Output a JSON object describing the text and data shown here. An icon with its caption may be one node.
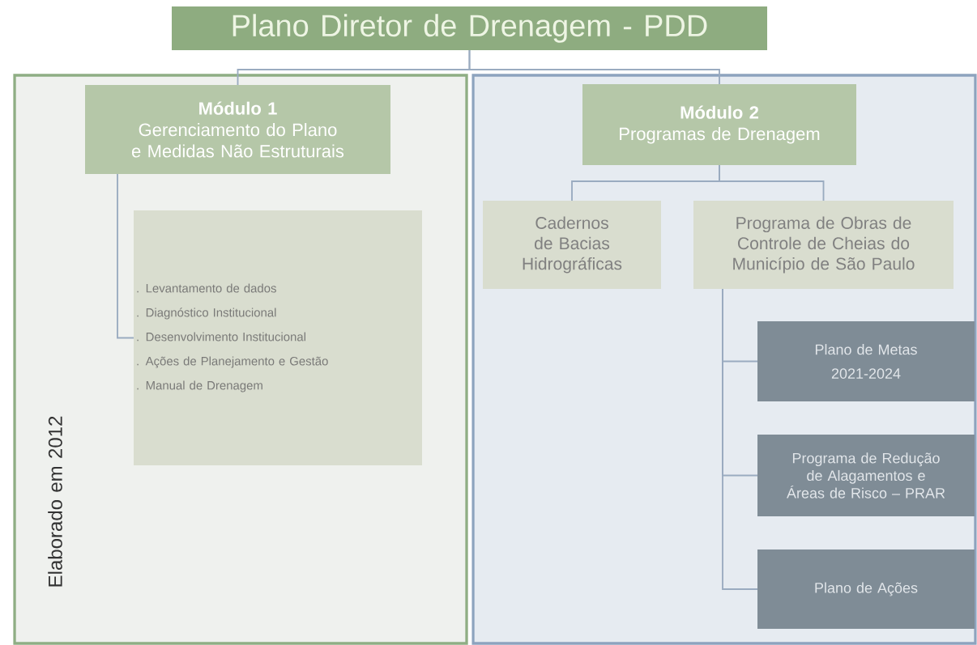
{
  "diagram": {
    "nodes": [
      {
        "text": [
          "Plano Diretor de Drenagem - PDD"
        ]
      },
      {
        "text": [
          "Elaborado em 2012"
        ]
      },
      {
        "text": [
          "Módulo 1",
          "Gerenciamento do Plano e Medidas Não Estruturais"
        ],
        "in": 1
      },
      {
        "text": [
          ". Levantamento de dados",
          ". Diagnóstico Institucional",
          ". Desenvolvimento Institucional",
          ". Ações de Planejamento e Gestão",
          ". Manual de Drenagem"
        ],
        "in": 1
      },
      {
        "text": [],
        "shape": "box"
      },
      {
        "text": [
          "Módulo 2",
          "Programas de Drenagem"
        ],
        "in": 4
      },
      {
        "text": [
          "Cadernos de Bacias Hidrográficas"
        ],
        "in": 4
      },
      {
        "text": [
          "Programa de Obras de Controle de Cheias do Município de São Paulo"
        ],
        "in": 4
      },
      {
        "text": [
          "Plano de Metas",
          "2021-2024"
        ],
        "in": 4
      },
      {
        "text": [
          "Programa de Redução de Alagamentos e Áreas de Risco – PRAR"
        ],
        "in": 4
      },
      {
        "text": [
          "Plano de Ações"
        ],
        "in": 4
      }
    ],
    "edges": [
      {
        "from": 0,
        "to": 2,
        "arrow": "none"
      },
      {
        "from": 0,
        "to": 5,
        "arrow": "none"
      },
      {
        "from": 2,
        "to": 3,
        "arrow": "none"
      },
      {
        "from": 5,
        "to": 6,
        "arrow": "none"
      },
      {
        "from": 5,
        "to": 7,
        "arrow": "none"
      },
      {
        "from": 7,
        "to": 8,
        "arrow": "none"
      },
      {
        "from": 7,
        "to": 9,
        "arrow": "none"
      },
      {
        "from": 7,
        "to": 10,
        "arrow": "none"
      }
    ]
  }
}
